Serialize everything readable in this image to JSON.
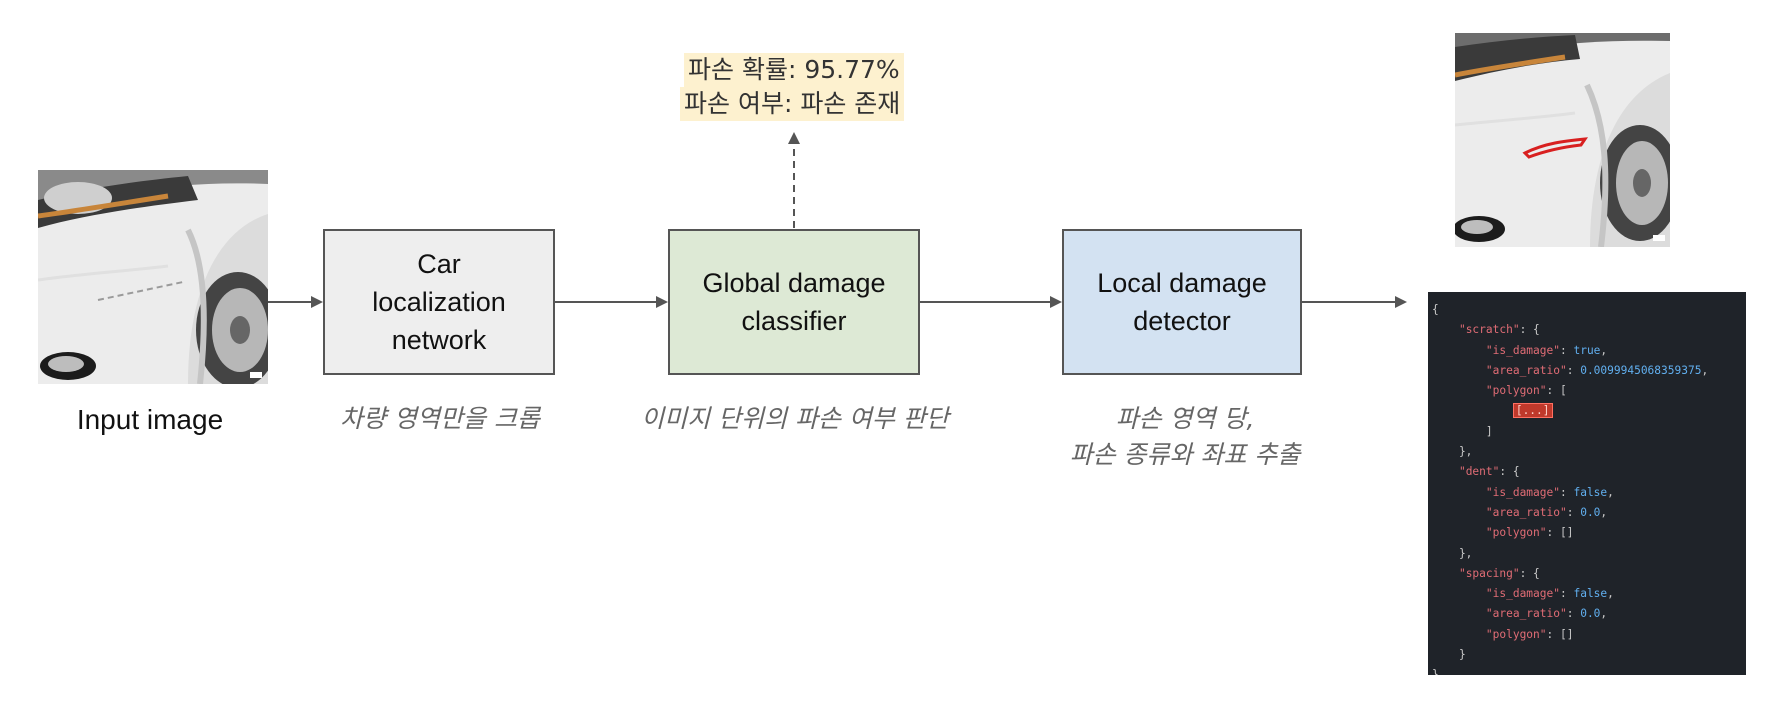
{
  "input": {
    "caption": "Input image"
  },
  "boxes": {
    "car": "Car\nlocalization\nnetwork",
    "global": "Global damage\nclassifier",
    "local": "Local damage\ndetector"
  },
  "captions": {
    "car": "차량 영역만을 크롭",
    "global": "이미지 단위의 파손 여부 판단",
    "local": "파손 영역 당,\n파손 종류와 좌표 추출"
  },
  "probability": {
    "line1": "파손 확률: 95.77%",
    "line2": "파손 여부: 파손 존재"
  },
  "json_output": {
    "open": "{",
    "scratch_key": "\"scratch\"",
    "dent_key": "\"dent\"",
    "spacing_key": "\"spacing\"",
    "is_damage_key": "\"is_damage\"",
    "area_ratio_key": "\"area_ratio\"",
    "polygon_key": "\"polygon\"",
    "scratch_is_damage": "true",
    "scratch_area_ratio": "0.0099945068359375",
    "dent_is_damage": "false",
    "dent_area_ratio": "0.0",
    "spacing_is_damage": "false",
    "spacing_area_ratio": "0.0",
    "empty_list": "[]",
    "ellipsis": "[...]",
    "close": "}"
  },
  "colors": {
    "car_box": "#eeeeee",
    "global_box": "#dde9d5",
    "local_box": "#d3e2f2",
    "highlight": "#fdf1cf",
    "json_bg": "#1f2329",
    "json_key": "#e06c75",
    "json_value": "#61afef"
  },
  "icons": [
    "car-photo",
    "car-damage-photo"
  ]
}
